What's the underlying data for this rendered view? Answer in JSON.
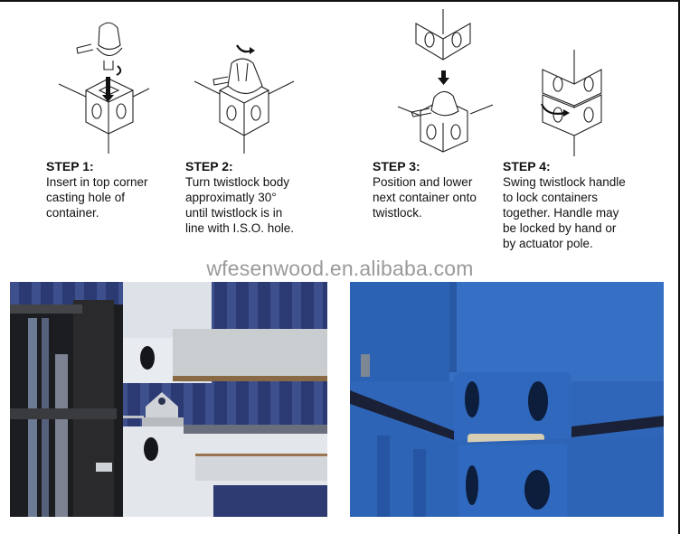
{
  "steps": [
    {
      "title": "STEP 1:",
      "description": "Insert  in top corner\ncasting hole of\ncontainer."
    },
    {
      "title": "STEP 2:",
      "description": "Turn twistlock body\napproximatly 30°\nuntil twistlock is in\nline with I.S.O. hole."
    },
    {
      "title": "STEP 3:",
      "description": "Position and lower\nnext container onto\ntwistlock."
    },
    {
      "title": "STEP 4:",
      "description": "Swing twistlock handle\nto lock containers\ntogether. Handle may\nbe locked by hand or\nby actuator pole."
    }
  ],
  "watermark": "wfesenwood.en.alibaba.com",
  "photos": [
    {
      "label": "Twistlock between white containers with forklift"
    },
    {
      "label": "Stacked blue containers joined by twistlock"
    }
  ],
  "colors": {
    "container_blue": "#2c64b8",
    "container_navy": "#2f3f78",
    "container_white": "#dfe3e8",
    "watermark_gray": "#9a9a9a"
  }
}
